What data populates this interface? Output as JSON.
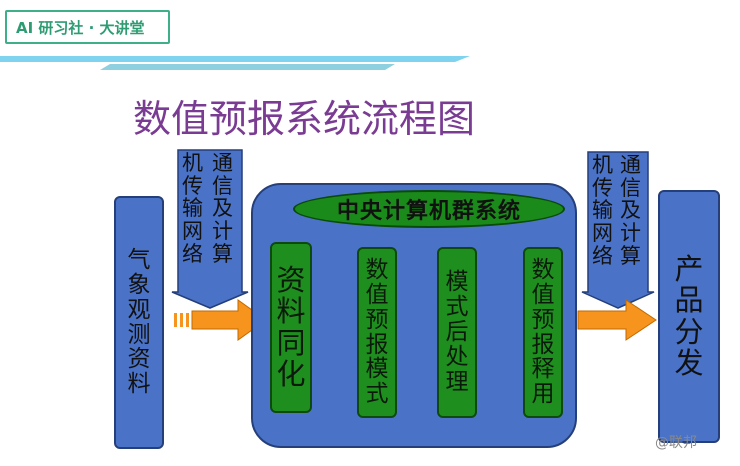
{
  "header": {
    "badge": "AI 研习社 · 大讲堂"
  },
  "slide": {
    "title": "数值预报系统流程图"
  },
  "nodes": {
    "observation": "气象观测资料",
    "cluster": "中央计算机群系统",
    "stage1": "资料同化",
    "stage2": "数值预报模式",
    "stage3": "模式后处理",
    "stage4": "数值预报释用",
    "distribution": "产品分发"
  },
  "callouts": {
    "left_col1": "通信及计算",
    "left_col2": "机传输网络",
    "right_col1": "通信及计算",
    "right_col2": "机传输网络"
  },
  "watermark": "@联邦"
}
